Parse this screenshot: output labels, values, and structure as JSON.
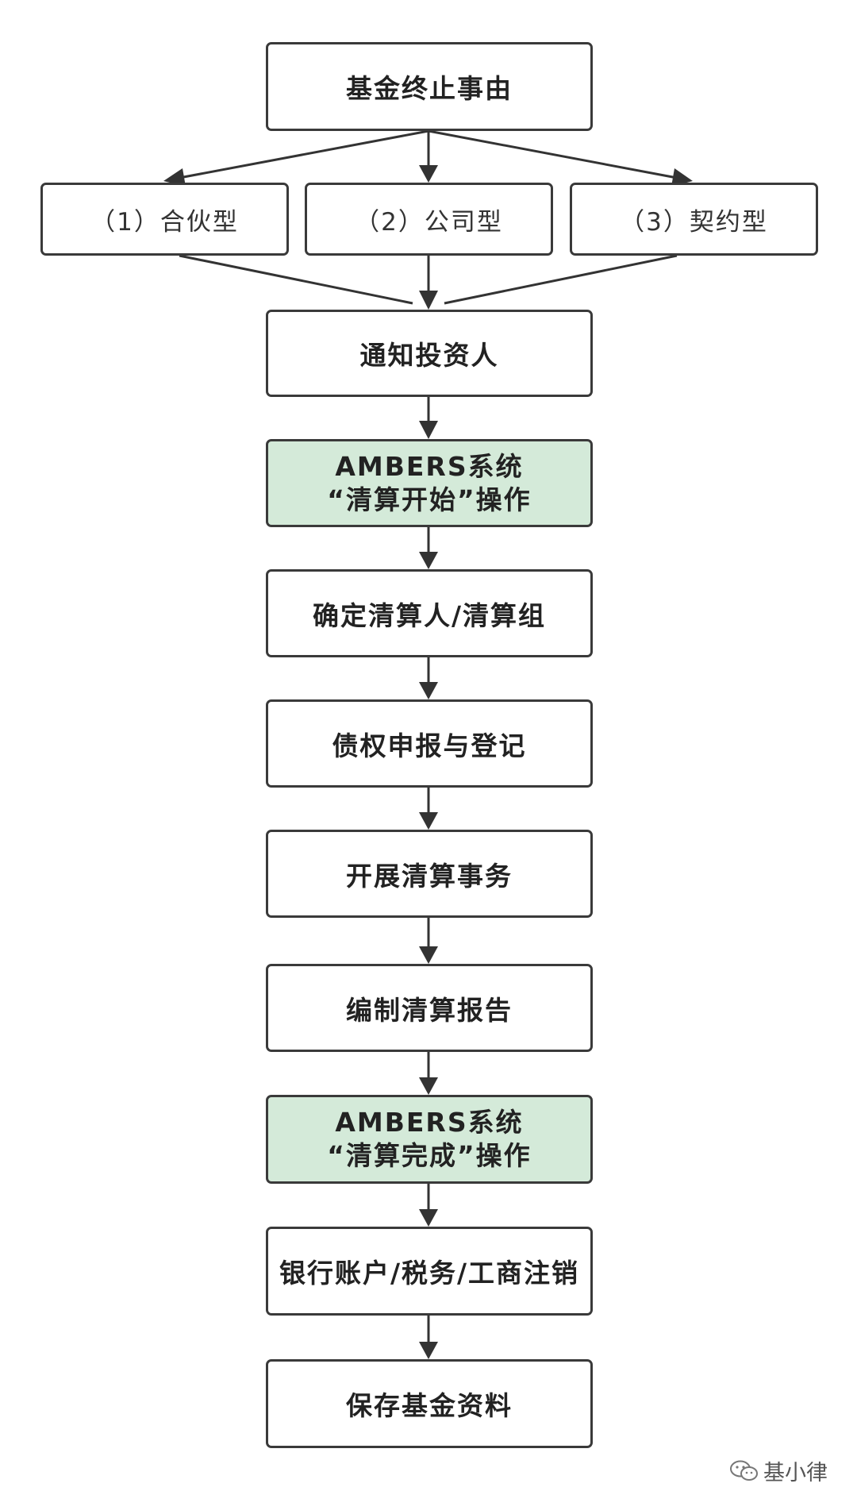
{
  "flowchart": {
    "start": "基金终止事由",
    "branches": [
      "（1）合伙型",
      "（2）公司型",
      "（3）契约型"
    ],
    "notify": "通知投资人",
    "ambers_start": [
      "AMBERS系统",
      "“清算开始”操作"
    ],
    "liquidator": "确定清算人/清算组",
    "claims": "债权申报与登记",
    "affairs": "开展清算事务",
    "report": "编制清算报告",
    "ambers_complete": [
      "AMBERS系统",
      "“清算完成”操作"
    ],
    "cancel": "银行账户/税务/工商注销",
    "archive": "保存基金资料"
  },
  "watermark": "基小律",
  "colors": {
    "highlight_fill": "#d4ead9",
    "border": "#3a3a3a",
    "arrow": "#333333"
  }
}
